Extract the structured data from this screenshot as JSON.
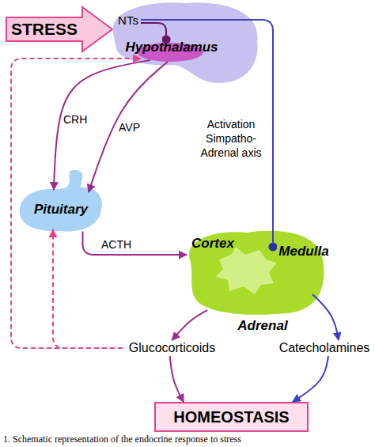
{
  "diagram": {
    "caption": "1. Schematic representation of the endocrine response to stress",
    "nodes": [
      {
        "text": [
          "STRESS"
        ]
      },
      {
        "text": [
          "Hypothalamus"
        ]
      },
      {
        "text": [
          "NTs"
        ],
        "in": 1
      },
      {
        "text": [
          "Pituitary"
        ]
      },
      {
        "text": [
          "Cortex",
          "Adrenal"
        ]
      },
      {
        "text": [
          "Medulla"
        ],
        "in": 4
      },
      {
        "text": [
          "Glucocorticoids"
        ]
      },
      {
        "text": [
          "Catecholamines"
        ]
      },
      {
        "text": [
          "HOMEOSTASIS"
        ]
      }
    ],
    "edges": [
      {
        "from": 2,
        "to": 1,
        "arrow": "to"
      },
      {
        "from": 1,
        "to": 3,
        "label": "CRH",
        "arrow": "to"
      },
      {
        "from": 1,
        "to": 3,
        "label": "AVP",
        "arrow": "to"
      },
      {
        "from": 3,
        "to": 4,
        "label": "ACTH",
        "arrow": "to"
      },
      {
        "from": 2,
        "to": 5,
        "label": "Activation Simpatho-Adrenal axis",
        "arrow": "to"
      },
      {
        "from": 4,
        "to": 6,
        "arrow": "to"
      },
      {
        "from": 5,
        "to": 7,
        "arrow": "to"
      },
      {
        "from": 6,
        "to": 1,
        "arrow": "to"
      },
      {
        "from": 6,
        "to": 3,
        "arrow": "to"
      },
      {
        "from": 6,
        "to": 8,
        "arrow": "to"
      },
      {
        "from": 7,
        "to": 8,
        "arrow": "to"
      }
    ]
  }
}
